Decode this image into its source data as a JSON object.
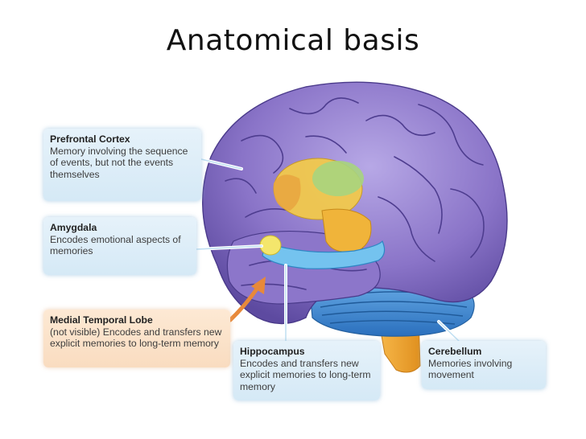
{
  "slide": {
    "title": "Anatomical basis"
  },
  "callouts": {
    "prefrontal": {
      "heading": "Prefrontal Cortex",
      "text": "Memory involving the sequence of events, but not the events themselves"
    },
    "amygdala": {
      "heading": "Amygdala",
      "text": "Encodes emotional aspects of memories"
    },
    "medial_temporal": {
      "heading": "Medial Temporal Lobe",
      "text": "(not visible) Encodes and transfers new explicit memories to long-term memory"
    },
    "hippocampus": {
      "heading": "Hippocampus",
      "text": "Encodes and transfers new explicit memories to long-term memory"
    },
    "cerebellum": {
      "heading": "Cerebellum",
      "text": "Memories involving movement"
    }
  },
  "colors": {
    "cortex": "#8a74c8",
    "cortex_dark": "#5d4aa0",
    "cerebellum": "#3d8fd8",
    "hippocampus": "#6fc0ee",
    "amygdala": "#f2e36a",
    "thalamus": "#f0c040",
    "brainstem": "#f0a030",
    "prefrontal_highlight": "#9fd27a",
    "callout_blue": "#dcedf8",
    "callout_orange": "#fbe2c8",
    "arrow": "#e8893a"
  }
}
